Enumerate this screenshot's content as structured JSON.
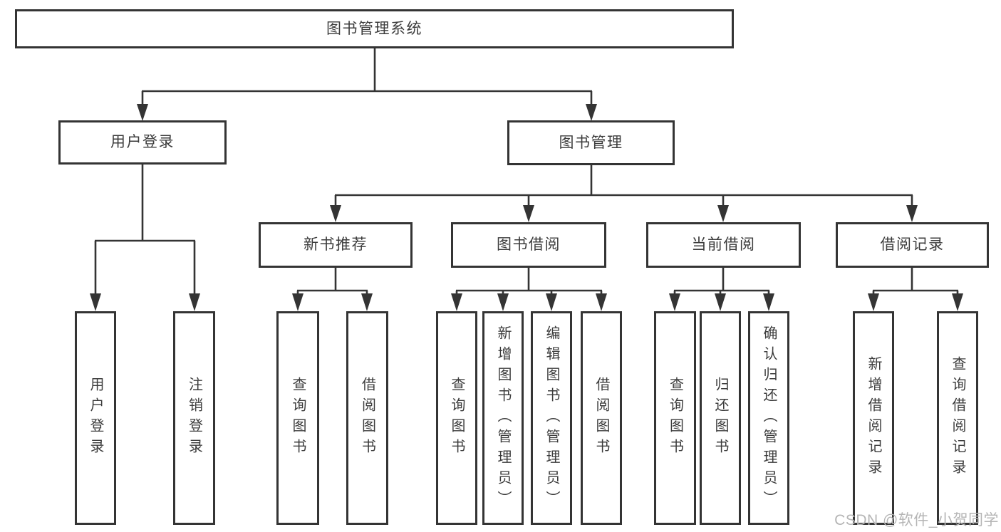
{
  "diagram_type": "hierarchy-tree",
  "watermark": "CSDN @软件_小贺同学",
  "colors": {
    "background": "#ffffff",
    "box_border": "#343434",
    "connector_line": "#343434",
    "text": "#3c3c3c",
    "watermark": "#b5b5b5"
  },
  "nodes": {
    "root": {
      "label": "图书管理系统"
    },
    "login": {
      "label": "用户登录"
    },
    "mgmt": {
      "label": "图书管理"
    },
    "recommend": {
      "label": "新书推荐"
    },
    "borrow": {
      "label": "图书借阅"
    },
    "current": {
      "label": "当前借阅"
    },
    "records": {
      "label": "借阅记录"
    },
    "login_user": {
      "label": "用户登录"
    },
    "login_logout": {
      "label": "注销登录"
    },
    "rec_query": {
      "label": "查询图书"
    },
    "rec_borrow": {
      "label": "借阅图书"
    },
    "bor_query": {
      "label": "查询图书"
    },
    "bor_add": {
      "label": "新增图书（管理员）"
    },
    "bor_edit": {
      "label": "编辑图书（管理员）"
    },
    "bor_borrow": {
      "label": "借阅图书"
    },
    "cur_query": {
      "label": "查询图书"
    },
    "cur_return": {
      "label": "归还图书"
    },
    "cur_confirm": {
      "label": "确认归还（管理员）"
    },
    "recd_add": {
      "label": "新增借阅记录"
    },
    "recd_query": {
      "label": "查询借阅记录"
    }
  },
  "edges": [
    [
      "root",
      "login"
    ],
    [
      "root",
      "mgmt"
    ],
    [
      "login",
      "login_user"
    ],
    [
      "login",
      "login_logout"
    ],
    [
      "mgmt",
      "recommend"
    ],
    [
      "mgmt",
      "borrow"
    ],
    [
      "mgmt",
      "current"
    ],
    [
      "mgmt",
      "records"
    ],
    [
      "recommend",
      "rec_query"
    ],
    [
      "recommend",
      "rec_borrow"
    ],
    [
      "borrow",
      "bor_query"
    ],
    [
      "borrow",
      "bor_add"
    ],
    [
      "borrow",
      "bor_edit"
    ],
    [
      "borrow",
      "bor_borrow"
    ],
    [
      "current",
      "cur_query"
    ],
    [
      "current",
      "cur_return"
    ],
    [
      "current",
      "cur_confirm"
    ],
    [
      "records",
      "recd_add"
    ],
    [
      "records",
      "recd_query"
    ]
  ]
}
